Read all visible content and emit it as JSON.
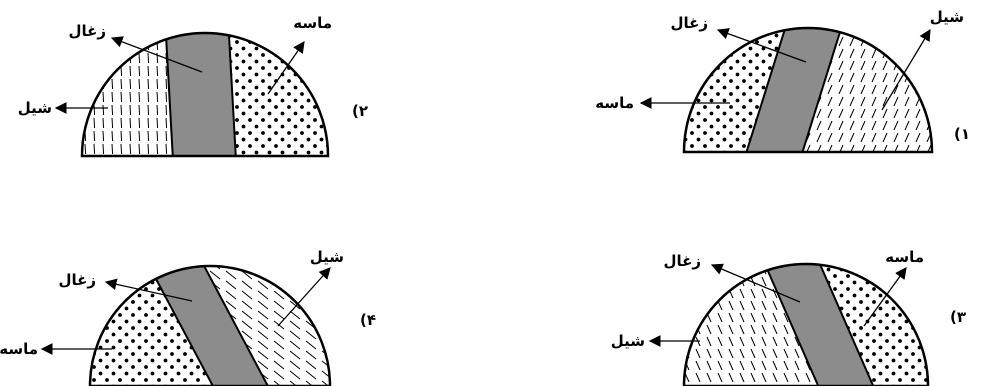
{
  "options": [
    {
      "number": "(۱",
      "labels": {
        "coal": "زغال",
        "shale": "شیل",
        "sandstone": "ماسه"
      }
    },
    {
      "number": "(۲",
      "labels": {
        "coal": "زغال",
        "shale": "شیل",
        "sandstone": "ماسه"
      }
    },
    {
      "number": "(۳",
      "labels": {
        "coal": "زغال",
        "shale": "شیل",
        "sandstone": "ماسه"
      }
    },
    {
      "number": "(۴",
      "labels": {
        "coal": "زغال",
        "shale": "شیل",
        "sandstone": "ماسه"
      }
    }
  ],
  "colors": {
    "coal": "#8c8c8c",
    "line": "#000000",
    "background": "#ffffff"
  }
}
